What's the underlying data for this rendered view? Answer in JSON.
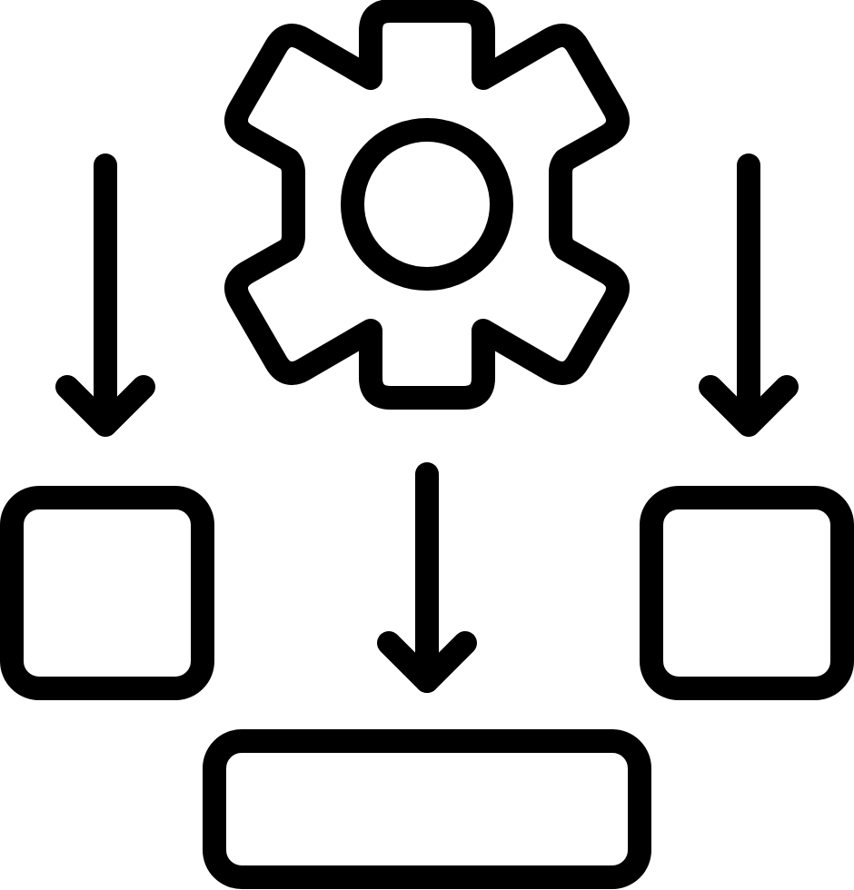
{
  "icon": {
    "semantic": "process-workflow-icon",
    "stroke_color": "#000000",
    "background_color": "#ffffff",
    "parts": {
      "gear": "gear-icon",
      "arrows": [
        "arrow-down-icon",
        "arrow-down-icon",
        "arrow-down-icon"
      ],
      "blocks": [
        "square-block",
        "square-block",
        "wide-bar-block"
      ]
    }
  }
}
